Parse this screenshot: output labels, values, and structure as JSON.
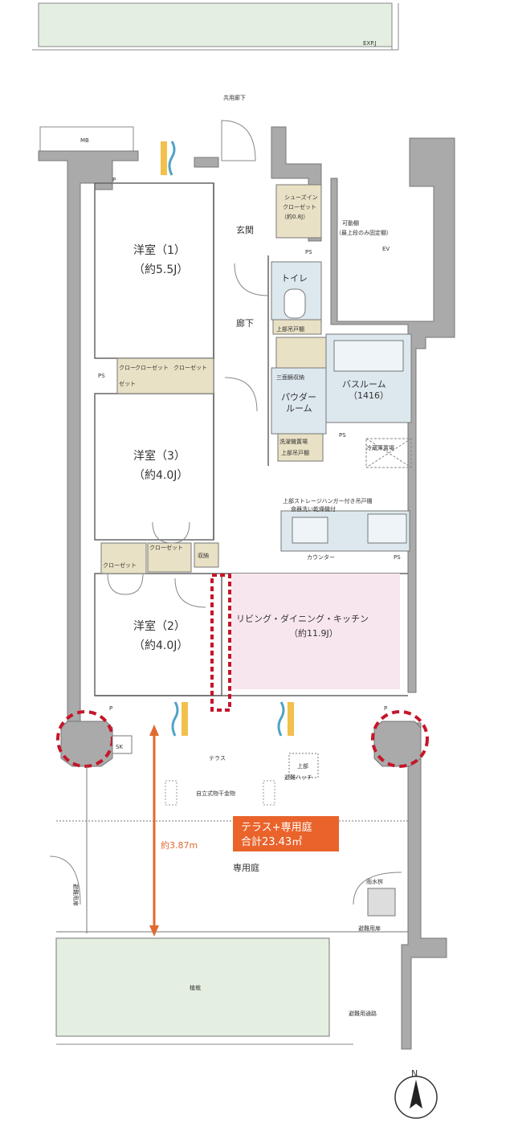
{
  "labels": {
    "exp_joint": "EXP.J",
    "common_corridor": "共用廊下",
    "mb": "MB",
    "p": "P",
    "ps": "PS",
    "shoes_in_closet": "シューズイン",
    "shoes_in_closet_2": "クローゼット",
    "shoes_in_closet_size": "（約0.8J）",
    "entrance": "玄関",
    "movable_shelf": "可動棚",
    "movable_shelf_note": "（最上段のみ固定棚）",
    "ev": "EV",
    "toilet": "トイレ",
    "upper_cabinet": "上部吊戸棚",
    "hallway": "廊下",
    "bedroom1": "洋室（1）",
    "bedroom1_size": "（約5.5J）",
    "closet": "クローゼット",
    "closet_split_a": "クロー",
    "closet_split_b": "ゼット",
    "three_mirror": "三面鏡収納",
    "bathroom": "バスルーム",
    "bathroom_size": "（1416）",
    "powder": "パウダー",
    "powder_2": "ルーム",
    "washer": "洗濯機置場",
    "fridge": "冷蔵庫置場",
    "bedroom3": "洋室（3）",
    "bedroom3_size": "（約4.0J）",
    "upper_storage": "上部ストレージハンガー付き吊戸棚",
    "dishwasher": "食器洗い乾燥機付",
    "storage": "収納",
    "counter": "カウンター",
    "bedroom2": "洋室（2）",
    "bedroom2_size": "（約4.0J）",
    "ldk": "リビング・ダイニング・キッチン",
    "ldk_size": "（約11.9J）",
    "sk": "SK",
    "terrace": "テラス",
    "upper": "上部",
    "evac_hatch": "避難ハッチ",
    "drying_rack": "自立式物干金物",
    "callout_line1": "テラス+専用庭",
    "callout_line2": "合計23.43㎡",
    "dimension": "約3.87m",
    "private_garden": "専用庭",
    "evac_door": "避難用扉",
    "rain_drain": "雨水桝",
    "evac_door_2": "避難用扉",
    "planting": "植栽",
    "evac_path": "避難用通路",
    "north": "N"
  },
  "colors": {
    "ldk_fill": "#f8e6ee",
    "closet_fill": "#e9e1c5",
    "wetarea_fill": "#dde8ee",
    "planting_fill": "#e4efe2",
    "callout_fill": "#e9632b",
    "arrow": "#e06a30",
    "dotted_red": "#c4162a",
    "wall": "#aaaaaa",
    "window_blue": "#4fa3c8",
    "window_yellow": "#f2c04c"
  }
}
